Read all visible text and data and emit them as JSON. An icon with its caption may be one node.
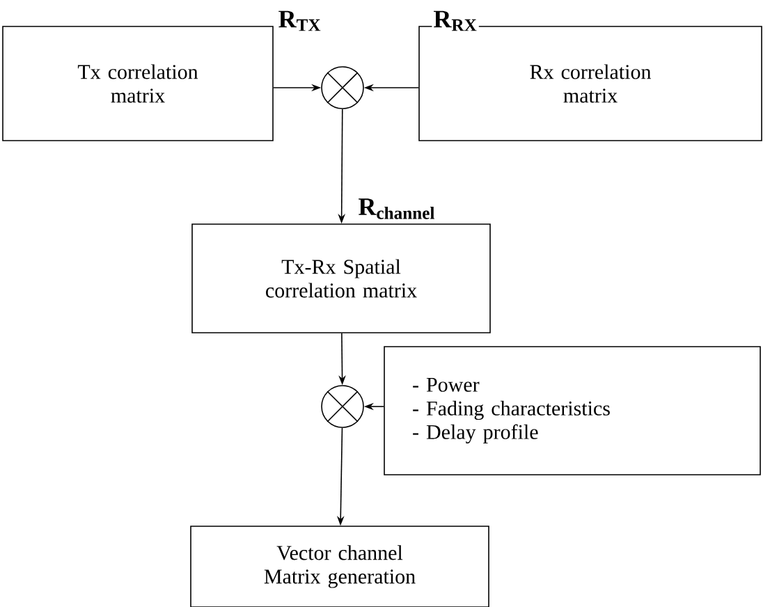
{
  "diagram": {
    "nodes": [
      {
        "text": [
          "Tx correlation matrix"
        ]
      },
      {
        "text": [],
        "shape": "circle"
      },
      {
        "text": [
          "Rx correlation matrix"
        ]
      },
      {
        "text": [
          "Tx-Rx Spatial correlation matrix"
        ]
      },
      {
        "text": [],
        "shape": "circle"
      },
      {
        "text": [
          "- Power",
          "- Fading characteristics",
          "- Delay profile"
        ]
      },
      {
        "text": [
          "Vector channel Matrix generation"
        ]
      }
    ],
    "edges": [
      {
        "from": 0,
        "to": 1,
        "arrow": "to",
        "label": "R$_{TX}$"
      },
      {
        "from": 2,
        "to": 1,
        "arrow": "to",
        "label": "R$_{RX}$"
      },
      {
        "from": 1,
        "to": 3,
        "arrow": "to",
        "label": "R$_{channel}$"
      },
      {
        "from": 3,
        "to": 4,
        "arrow": "to"
      },
      {
        "from": 5,
        "to": 4,
        "arrow": "to"
      },
      {
        "from": 4,
        "to": 6,
        "arrow": "to"
      }
    ]
  }
}
